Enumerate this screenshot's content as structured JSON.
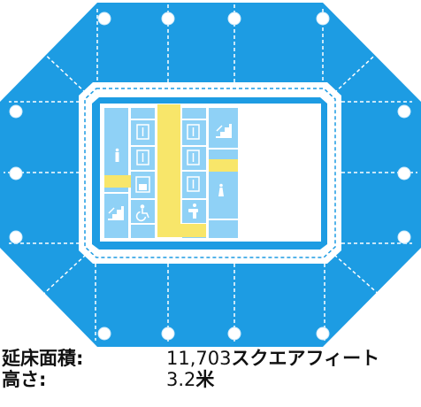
{
  "colors": {
    "floor": "#1d9ce3",
    "core_fill": "#8fd1f6",
    "corridor": "#f8e66a",
    "background": "#ffffff",
    "text": "#111111"
  },
  "icons": {
    "elevators": [
      "elevator-icon",
      "elevator-icon",
      "elevator-icon",
      "elevator-icon",
      "elevator-icon",
      "elevator-icon"
    ],
    "freight_elevator": "freight-elevator-icon",
    "stairs": [
      "stairs-icon",
      "stairs-icon"
    ],
    "restrooms": [
      "male-restroom-icon",
      "female-restroom-icon",
      "accessible-restroom-icon"
    ],
    "nursery": "nursing-room-icon"
  },
  "info": {
    "area_label": "延床面積:",
    "area_value": "11,703",
    "area_unit": "スクエアフィート",
    "height_label": "高さ:",
    "height_value": "3.2",
    "height_unit": "米"
  }
}
